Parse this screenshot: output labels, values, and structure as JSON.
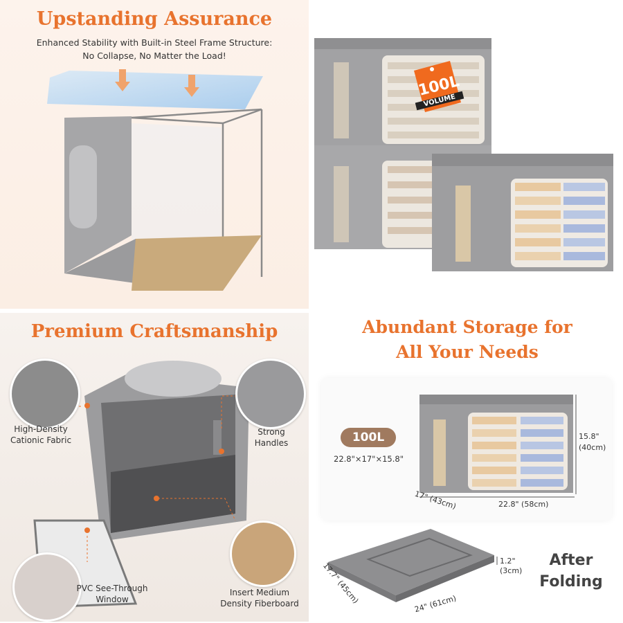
{
  "panel1": {
    "title": "Upstanding Assurance",
    "subtitle_line1": "Enhanced Stability with Built-in Steel Frame Structure:",
    "subtitle_line2": "No Collapse, No Matter the Load!"
  },
  "panel2": {
    "tag_volume": "100L",
    "tag_word": "VOLUME"
  },
  "panel3": {
    "title": "Premium Craftsmanship",
    "fabric_line1": "High-Density",
    "fabric_line2": "Cationic Fabric",
    "handles_line1": "Strong",
    "handles_line2": "Handles",
    "pvc_line1": "PVC See-Through",
    "pvc_line2": "Window",
    "board_line1": "Insert Medium",
    "board_line2": "Density Fiberboard"
  },
  "panel4": {
    "title_line1": "Abundant Storage for",
    "title_line2": "All Your Needs",
    "badge": "100L",
    "size": "22.8\"×17\"×15.8\"",
    "height_in": "15.8\"",
    "height_cm": "(40cm)",
    "depth": "17\" (43cm)",
    "width": "22.8\" (58cm)",
    "fold_depth": "17.7\" (45cm)",
    "fold_width": "24\" (61cm)",
    "fold_height_in": "1.2\"",
    "fold_height_cm": "(3cm)",
    "after_line1": "After",
    "after_line2": "Folding"
  },
  "colors": {
    "accent": "#e8732e",
    "fabric": "#9a9a9c",
    "badge": "#a07a5f"
  }
}
